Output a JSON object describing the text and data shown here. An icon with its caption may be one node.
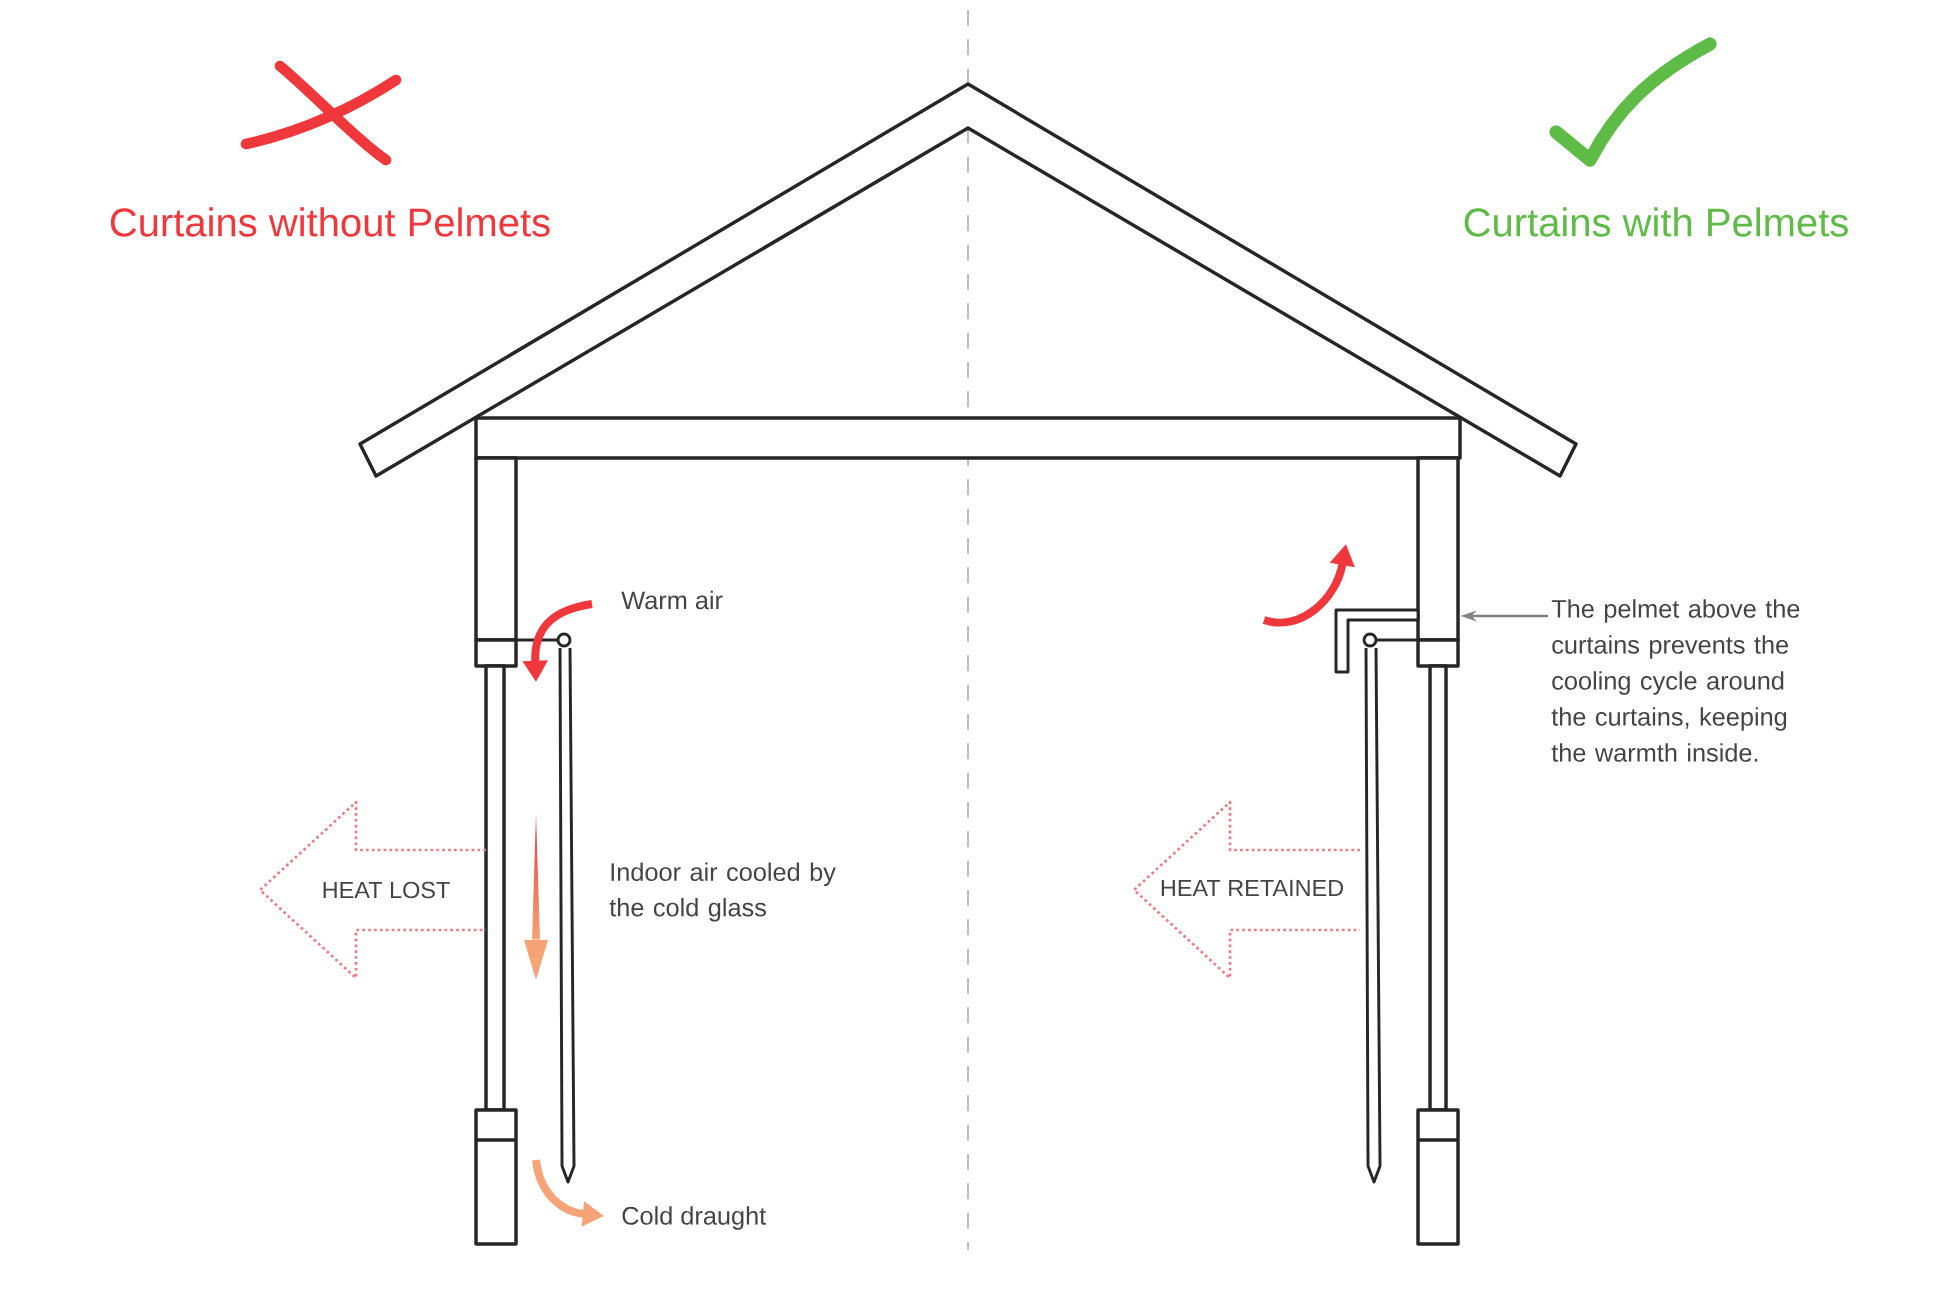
{
  "diagram": {
    "nodes": [
      {
        "text": [
          "HEAT LOST"
        ]
      },
      {
        "text": [
          "HEAT RETAINED"
        ]
      },
      {
        "text": [
          "The pelmet above the curtains prevents the cooling cycle around the curtains, keeping the warmth inside."
        ]
      },
      {
        "text": [],
        "shape": "box"
      }
    ],
    "edges": [
      {
        "from": 2,
        "to": 3,
        "arrow": "to"
      }
    ],
    "labels": [
      "Curtains without Pelmets",
      "Curtains with Pelmets",
      "Warm air",
      "Indoor air cooled by the cold glass",
      "Cold draught"
    ]
  }
}
